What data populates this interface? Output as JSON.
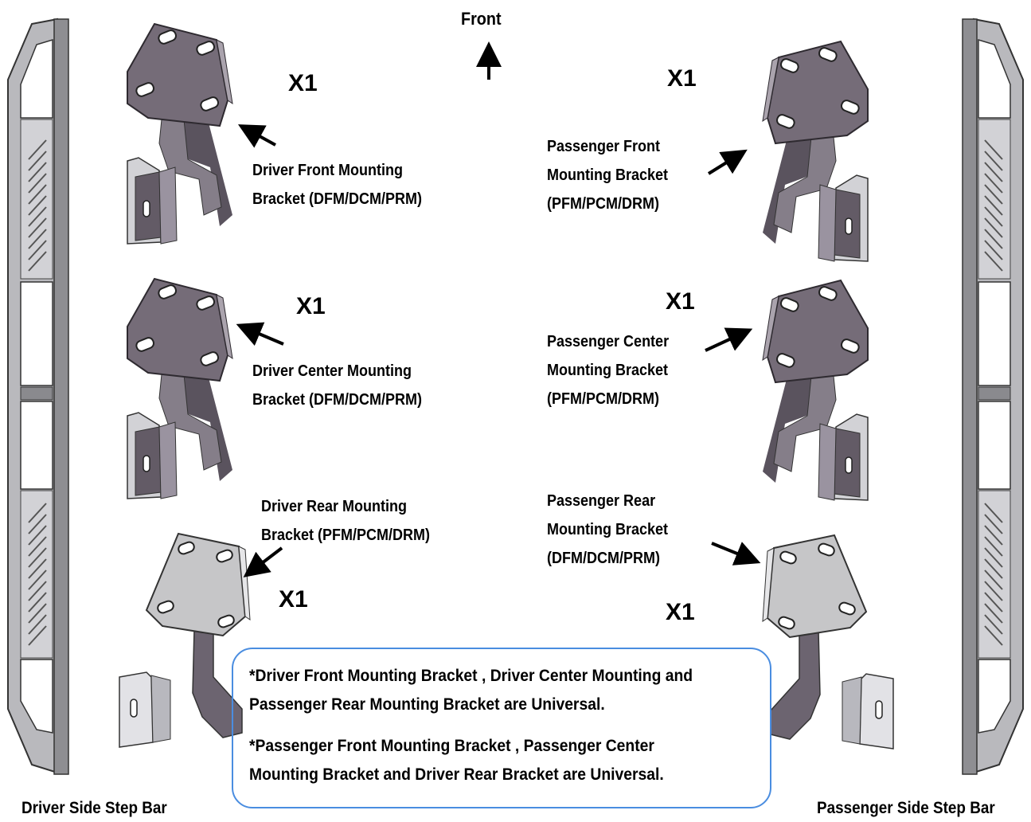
{
  "front_label": "Front",
  "brackets": {
    "driver_front": {
      "label": "Driver Front Mounting\nBracket (DFM/DCM/PRM)",
      "qty": "X1"
    },
    "driver_center": {
      "label": "Driver Center Mounting\nBracket (DFM/DCM/PRM)",
      "qty": "X1"
    },
    "driver_rear": {
      "label": "Driver Rear Mounting\nBracket (PFM/PCM/DRM)",
      "qty": "X1"
    },
    "passenger_front": {
      "label": "Passenger Front\nMounting Bracket\n(PFM/PCM/DRM)",
      "qty": "X1"
    },
    "passenger_center": {
      "label": "Passenger Center\nMounting Bracket\n(PFM/PCM/DRM)",
      "qty": "X1"
    },
    "passenger_rear": {
      "label": "Passenger Rear\nMounting Bracket\n(DFM/DCM/PRM)",
      "qty": "X1"
    }
  },
  "note": {
    "line1": "*Driver Front Mounting Bracket , Driver Center Mounting and\nPassenger Rear Mounting Bracket are Universal.",
    "line2": "*Passenger Front Mounting Bracket , Passenger Center\nMounting Bracket and Driver Rear Bracket are Universal."
  },
  "step_bars": {
    "driver": "Driver Side Step Bar",
    "passenger": "Passenger Side Step Bar"
  },
  "colors": {
    "dark_bracket": "#756c78",
    "light_bracket": "#c6c6c8",
    "note_border": "#4a8de0"
  }
}
